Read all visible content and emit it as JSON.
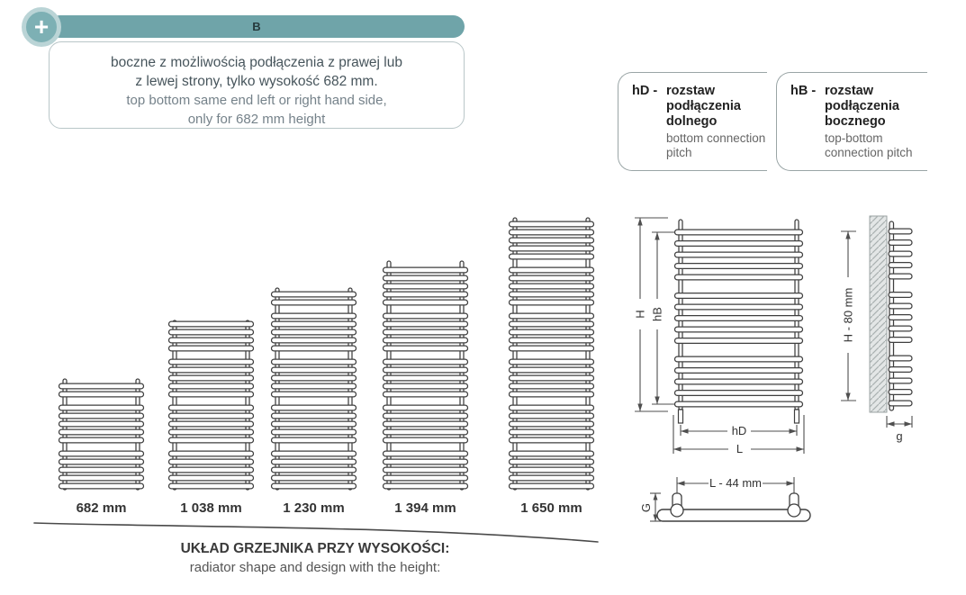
{
  "page": {
    "variant_label": "B",
    "plus_icon": "+"
  },
  "note": {
    "line1_pl": "boczne z możliwością podłączenia z prawej lub",
    "line2_pl": "z lewej strony, tylko wysokość 682 mm.",
    "line3_en": "top bottom same end left or right hand side,",
    "line4_en": "only for 682 mm height"
  },
  "legend": [
    {
      "symbol": "hD -",
      "pl": "rozstaw podłączenia dolnego",
      "en": "bottom connection pitch"
    },
    {
      "symbol": "hB -",
      "pl": "rozstaw podłączenia bocznego",
      "en": "top-bottom connection pitch"
    }
  ],
  "radiator_heights": [
    "682 mm",
    "1 038 mm",
    "1 230 mm",
    "1 394 mm",
    "1 650 mm"
  ],
  "dims": {
    "H": "H",
    "hB": "hB",
    "hD": "hD",
    "L": "L",
    "H80": "H - 80 mm",
    "g": "g",
    "L44": "L - 44 mm",
    "G": "G"
  },
  "footer": {
    "pl": "UKŁAD GRZEJNIKA PRZY WYSOKOŚCI:",
    "en": "radiator shape and design with the height:"
  }
}
